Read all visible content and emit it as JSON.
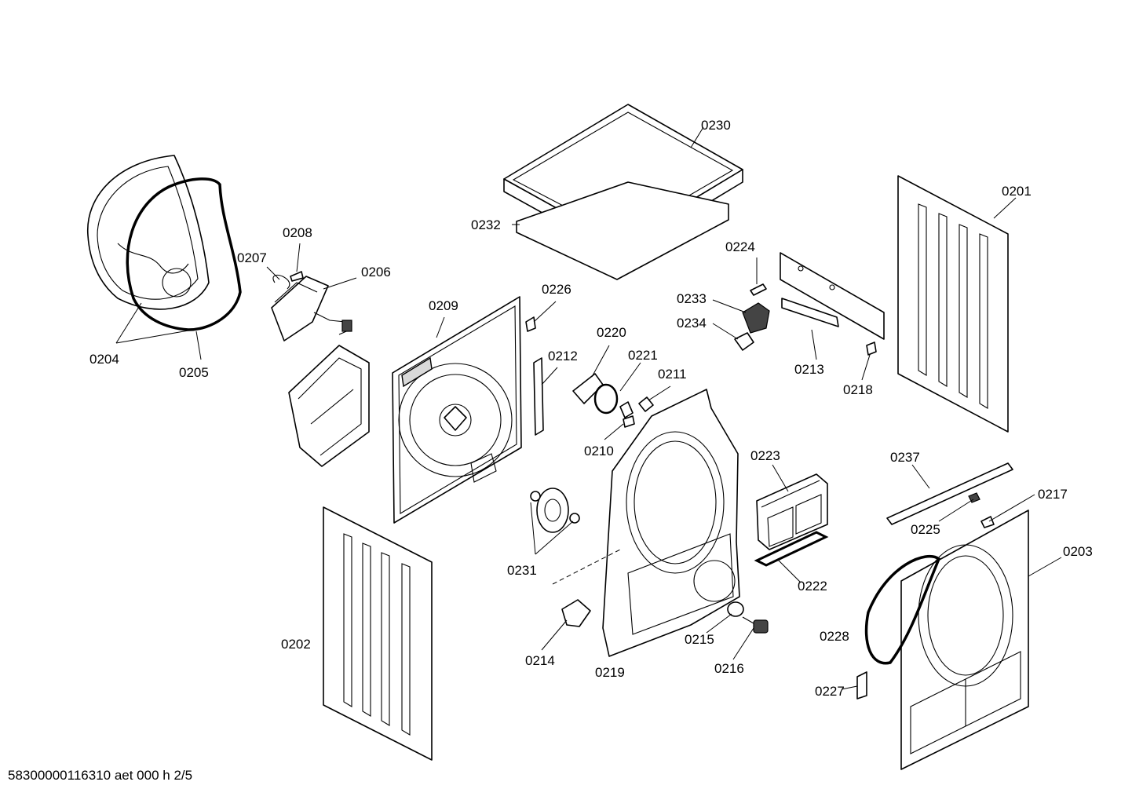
{
  "footer": "58300000116310 aet 000 h 2/5",
  "callouts": {
    "c0201": "0201",
    "c0202": "0202",
    "c0203": "0203",
    "c0204": "0204",
    "c0205": "0205",
    "c0206": "0206",
    "c0207": "0207",
    "c0208": "0208",
    "c0209": "0209",
    "c0210": "0210",
    "c0211": "0211",
    "c0212": "0212",
    "c0213": "0213",
    "c0214": "0214",
    "c0215": "0215",
    "c0216": "0216",
    "c0217": "0217",
    "c0218": "0218",
    "c0219": "0219",
    "c0220": "0220",
    "c0221": "0221",
    "c0222": "0222",
    "c0223": "0223",
    "c0224": "0224",
    "c0225": "0225",
    "c0226": "0226",
    "c0227": "0227",
    "c0228": "0228",
    "c0230": "0230",
    "c0231": "0231",
    "c0232": "0232",
    "c0233": "0233",
    "c0234": "0234",
    "c0237": "0237"
  }
}
